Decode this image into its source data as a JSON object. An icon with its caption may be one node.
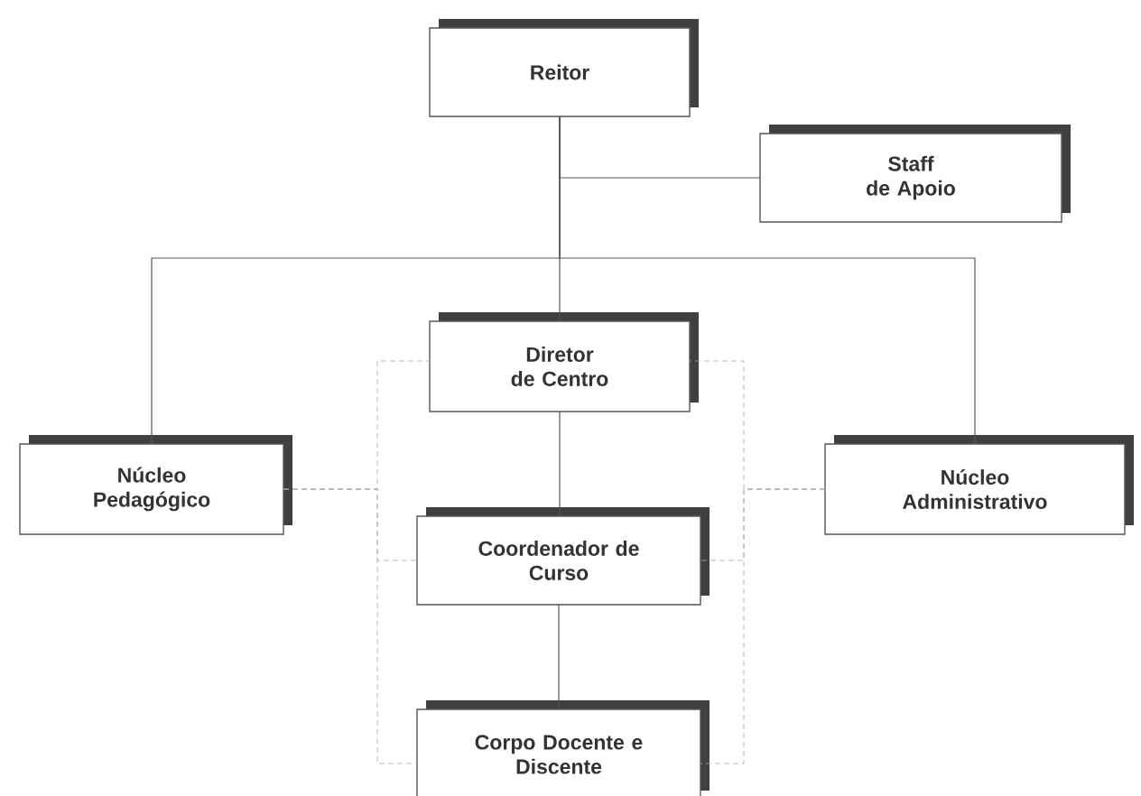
{
  "diagram": {
    "nodes": [
      {
        "text": [
          "Reitor"
        ]
      },
      {
        "text": [
          "Staff de Apoio"
        ]
      },
      {
        "text": [
          "Diretor de Centro"
        ]
      },
      {
        "text": [
          "Núcleo Pedagógico"
        ]
      },
      {
        "text": [
          "Núcleo Administrativo"
        ]
      },
      {
        "text": [
          "Coordenador de Curso"
        ]
      },
      {
        "text": [
          "Corpo Docente e Discente"
        ]
      }
    ],
    "edges": [
      {
        "from": 0,
        "to": 1,
        "arrow": "none"
      },
      {
        "from": 0,
        "to": 2,
        "arrow": "none"
      },
      {
        "from": 0,
        "to": 3,
        "arrow": "none"
      },
      {
        "from": 0,
        "to": 4,
        "arrow": "none"
      },
      {
        "from": 2,
        "to": 5,
        "arrow": "none"
      },
      {
        "from": 5,
        "to": 6,
        "arrow": "none"
      },
      {
        "from": 3,
        "to": 2,
        "arrow": "none",
        "style": "dashed",
        "color": "#aaaaaa"
      },
      {
        "from": 3,
        "to": 5,
        "arrow": "none",
        "style": "dashed",
        "color": "#aaaaaa"
      },
      {
        "from": 3,
        "to": 6,
        "arrow": "none",
        "style": "dashed",
        "color": "#aaaaaa"
      },
      {
        "from": 4,
        "to": 2,
        "arrow": "none",
        "style": "dashed",
        "color": "#aaaaaa"
      },
      {
        "from": 4,
        "to": 5,
        "arrow": "none",
        "style": "dashed",
        "color": "#aaaaaa"
      },
      {
        "from": 4,
        "to": 6,
        "arrow": "none",
        "style": "dashed",
        "color": "#aaaaaa"
      }
    ]
  }
}
